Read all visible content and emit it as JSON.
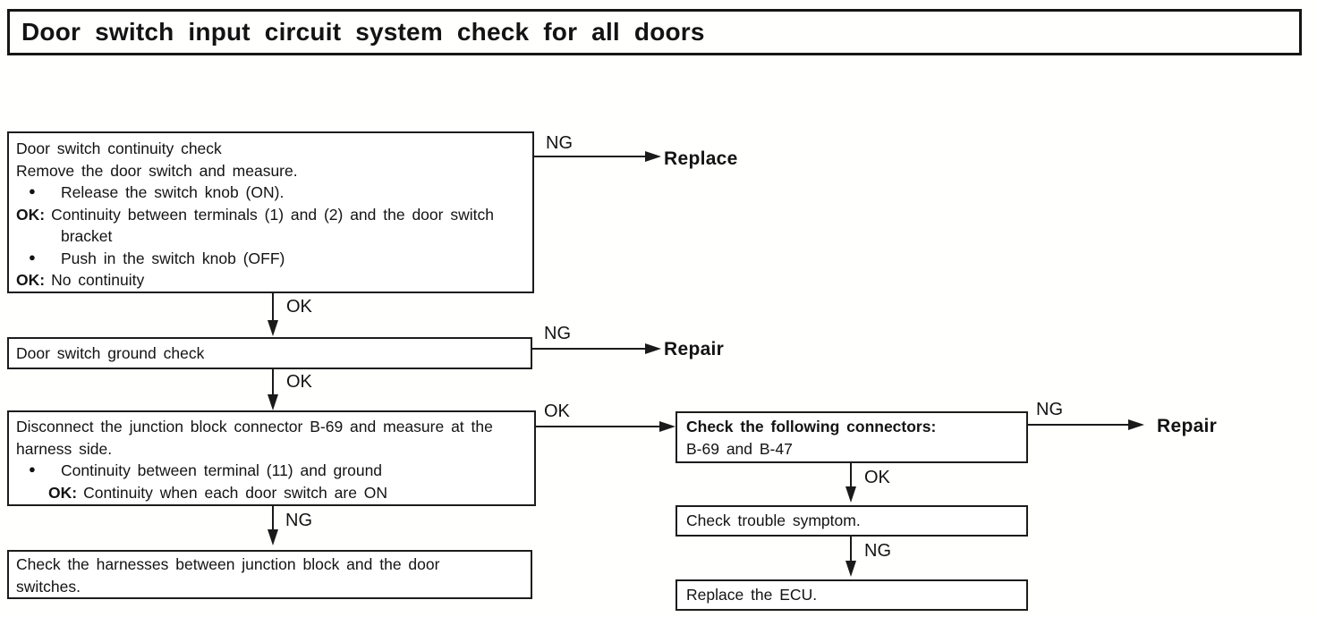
{
  "page": {
    "title": "Door switch input circuit system check for all doors"
  },
  "glyphs": {
    "bullet": "●"
  },
  "labels": {
    "ok": "OK",
    "ng": "NG"
  },
  "results": {
    "replace": "Replace",
    "repair1": "Repair",
    "repair2": "Repair"
  },
  "boxes": {
    "continuity_check": {
      "line1": "Door switch continuity check",
      "line2": "Remove the door switch and measure.",
      "bullet1": "Release the switch knob (ON).",
      "ok1_label": "OK:",
      "ok1_text": "Continuity between terminals (1) and (2) and the door switch bracket",
      "bullet2": "Push in the switch knob (OFF)",
      "ok2_label": "OK:",
      "ok2_text": "No continuity"
    },
    "ground_check": {
      "text": "Door switch ground check"
    },
    "junction_block": {
      "line1": "Disconnect the junction block connector B-69 and measure at the harness side.",
      "bullet1": "Continuity between terminal (11) and ground",
      "ok1_label": "OK:",
      "ok1_text": "Continuity when each door switch are ON"
    },
    "check_connectors": {
      "line1": "Check the following connectors:",
      "line2": "B-69 and B-47"
    },
    "trouble_symptom": {
      "text": "Check trouble symptom."
    },
    "replace_ecu": {
      "text": "Replace the ECU."
    },
    "check_harnesses": {
      "text": "Check the harnesses between junction block and the door switches."
    }
  }
}
